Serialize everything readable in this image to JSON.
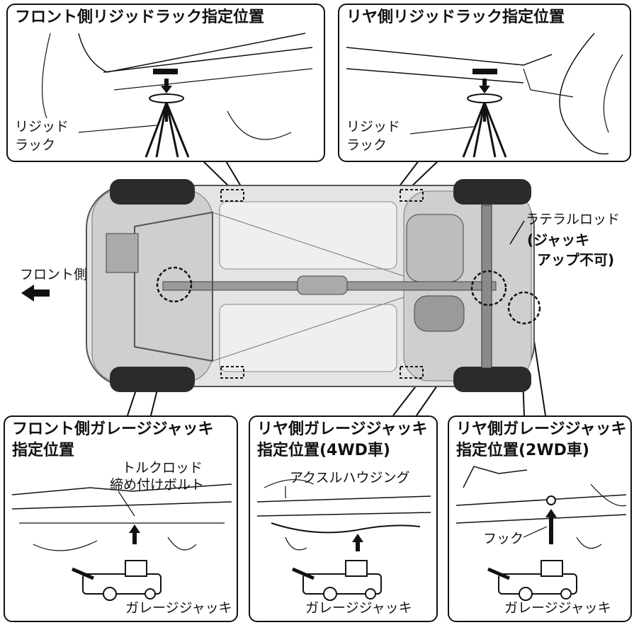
{
  "panels": {
    "front_rigid": {
      "title": "フロント側リジッドラック指定位置",
      "label_line1": "リジッド",
      "label_line2": "ラック"
    },
    "rear_rigid": {
      "title": "リヤ側リジッドラック指定位置",
      "label_line1": "リジッド",
      "label_line2": "ラック"
    },
    "front_jack": {
      "title_line1": "フロント側ガレージジャッキ",
      "title_line2": "指定位置",
      "torque_rod_line1": "トルクロッド",
      "torque_rod_line2": "締め付けボルト",
      "jack_label": "ガレージジャッキ"
    },
    "rear_jack_4wd": {
      "title_line1": "リヤ側ガレージジャッキ",
      "title_line2": "指定位置(4WD車)",
      "axle_label": "アクスルハウジング",
      "jack_label": "ガレージジャッキ"
    },
    "rear_jack_2wd": {
      "title_line1": "リヤ側ガレージジャッキ",
      "title_line2": "指定位置(2WD車)",
      "hook_label": "フック",
      "jack_label": "ガレージジャッキ"
    }
  },
  "vehicle": {
    "front_label": "フロント側",
    "lateral_rod_label": "ラテラルロッド",
    "no_jack_line1": "(ジャッキ",
    "no_jack_line2": "アップ不可)"
  },
  "colors": {
    "line": "#111111",
    "body": "#d9d9d9",
    "tire": "#2b2b2b"
  }
}
